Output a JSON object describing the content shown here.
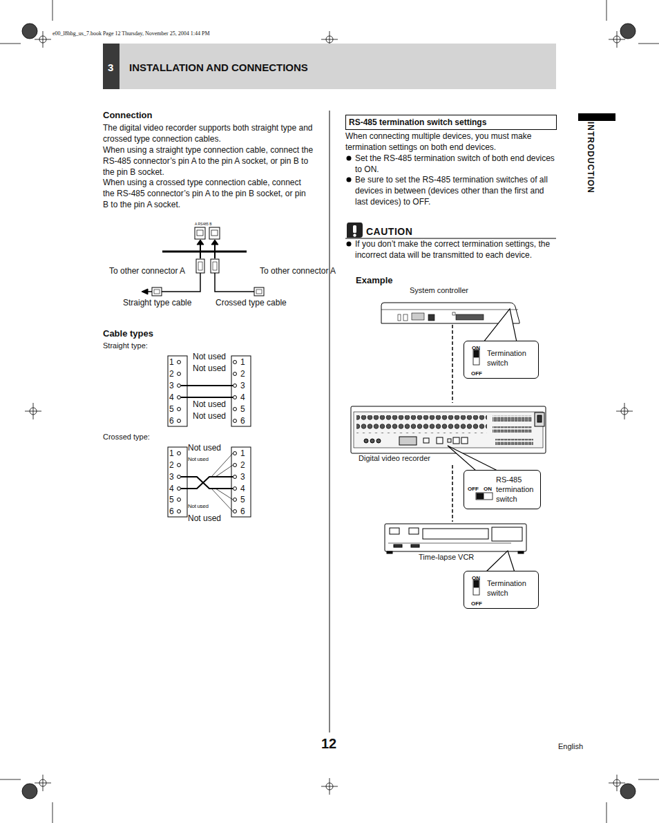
{
  "diagram": {
    "nodes": [
      {
        "text": [
          "INSTALLATION AND CONNECTIONS"
        ]
      },
      {
        "text": [
          "3"
        ]
      },
      {
        "text": [
          "RS-485 termination switch settings"
        ]
      },
      {
        "text": [
          "INTRODUCTION"
        ]
      },
      {
        "text": [
          "System controller"
        ]
      },
      {
        "text": [
          "ON",
          "OFF",
          "Termination switch"
        ]
      },
      {
        "text": [
          "Digital video recorder"
        ]
      },
      {
        "text": [
          "OFF",
          "ON",
          "RS-485 termination switch"
        ]
      },
      {
        "text": [
          "Time-lapse VCR"
        ]
      },
      {
        "text": [
          "ON",
          "OFF",
          "Termination switch"
        ]
      }
    ],
    "edges": [
      {
        "from": 4,
        "to": 6,
        "arrow": "none"
      },
      {
        "from": 6,
        "to": 8,
        "arrow": "none"
      }
    ],
    "labels": [
      "e00_l8hbg_us_7.book  Page 12  Thursday, November 25, 2004  1:44 PM",
      "Connection",
      "The digital video recorder supports both straight type and crossed type connection cables.",
      "When using a straight type connection cable, connect the RS-485 connector’s pin A to the pin A socket, or pin B to the pin B socket.",
      "When using a crossed type connection cable, connect the RS-485 connector’s pin A to the pin B socket, or pin B to the pin A socket.",
      "A RS485 B",
      "To other connector A",
      "To other connector A",
      "Straight type cable",
      "Crossed type cable",
      "Cable types",
      "Straight type:",
      "1",
      "2",
      "3",
      "4",
      "5",
      "6",
      "1",
      "2",
      "3",
      "4",
      "5",
      "6",
      "Not used",
      "Not used",
      "Not used",
      "Not used",
      "Crossed type:",
      "1",
      "2",
      "3",
      "4",
      "5",
      "6",
      "1",
      "2",
      "3",
      "4",
      "5",
      "6",
      "Not used",
      "Not used",
      "Not used",
      "Not used",
      "When connecting multiple devices, you must make termination settings on both end devices.",
      "Set the RS-485 termination switch of both end devices to ON.",
      "Be sure to set the RS-485 termination switches of all devices in between (devices other than the first and last devices) to OFF.",
      "CAUTION",
      "If you don’t make the correct termination settings, the incorrect data will be transmitted to each device.",
      "Example",
      "12",
      "English"
    ]
  }
}
